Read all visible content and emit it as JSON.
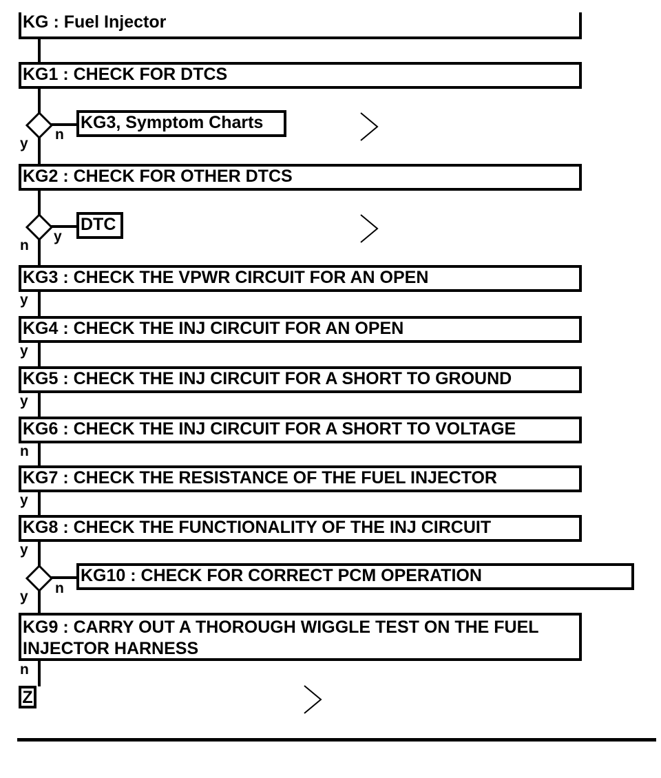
{
  "title": "KG : Fuel Injector",
  "steps": [
    {
      "id": "kg1",
      "text": "KG1 : CHECK FOR DTCS"
    },
    {
      "id": "kg2",
      "text": "KG2 : CHECK FOR OTHER DTCS"
    },
    {
      "id": "kg3",
      "text": "KG3 : CHECK THE VPWR CIRCUIT FOR AN OPEN"
    },
    {
      "id": "kg4",
      "text": "KG4 : CHECK THE INJ CIRCUIT FOR AN OPEN"
    },
    {
      "id": "kg5",
      "text": "KG5 : CHECK THE INJ CIRCUIT FOR A SHORT TO GROUND"
    },
    {
      "id": "kg6",
      "text": "KG6 : CHECK THE INJ CIRCUIT FOR A SHORT TO VOLTAGE"
    },
    {
      "id": "kg7",
      "text": "KG7 : CHECK THE RESISTANCE OF THE FUEL INJECTOR"
    },
    {
      "id": "kg8",
      "text": "KG8 : CHECK THE FUNCTIONALITY OF THE INJ CIRCUIT"
    },
    {
      "id": "kg9",
      "text": "KG9 : CARRY OUT A THOROUGH WIGGLE TEST ON THE FUEL INJECTOR HARNESS"
    }
  ],
  "decisions": [
    {
      "id": "d1",
      "side_label": "y",
      "branch_label": "n",
      "branch_text": "KG3, Symptom Charts"
    },
    {
      "id": "d2",
      "side_label": "n",
      "branch_label": "y",
      "branch_text": "DTC"
    },
    {
      "id": "d3",
      "side_label": "y",
      "branch_label": "n",
      "branch_text": "KG10 : CHECK FOR CORRECT PCM OPERATION"
    }
  ],
  "link_labels": {
    "kg3": "y",
    "kg4": "y",
    "kg5": "y",
    "kg6": "n",
    "kg7": "y",
    "kg8": "y"
  },
  "end_label": "n",
  "terminal": "Z"
}
